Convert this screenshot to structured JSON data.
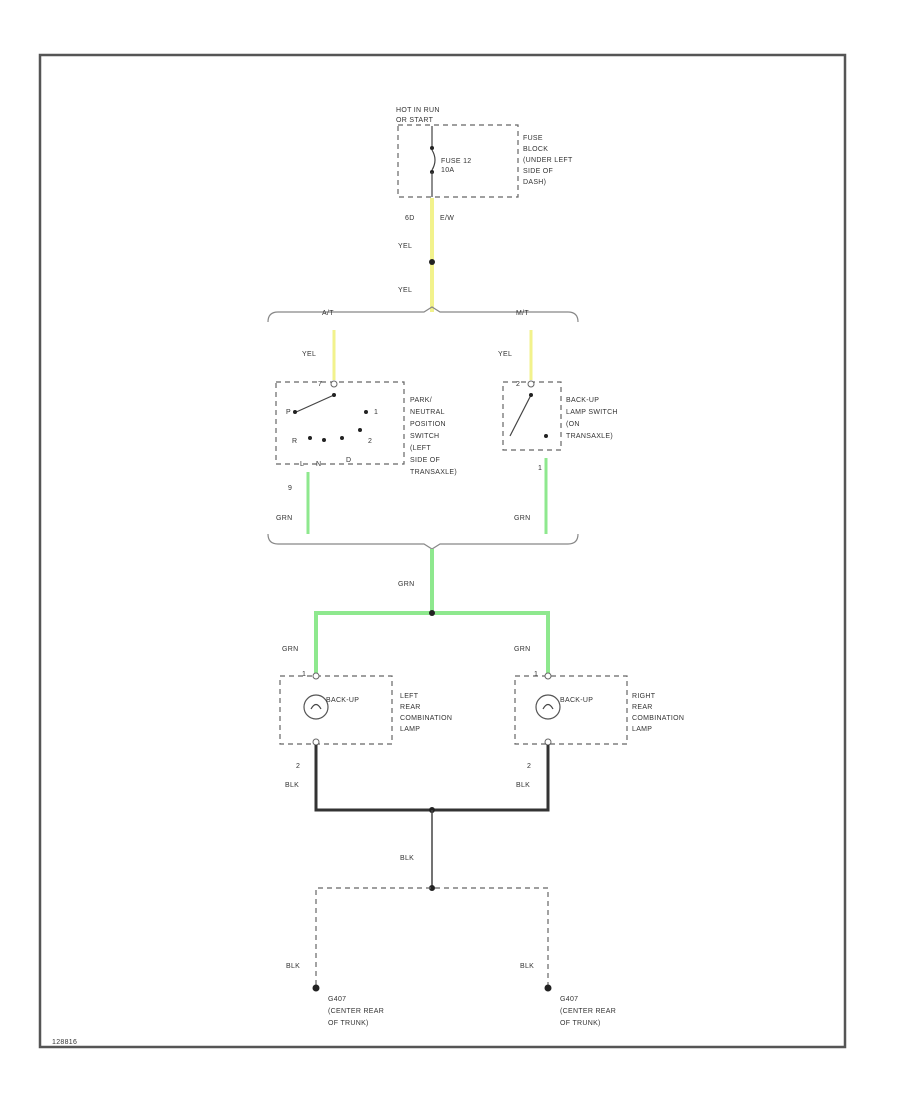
{
  "fuse": {
    "hot_label_1": "HOT IN RUN",
    "hot_label_2": "OR START",
    "fuse_name": "FUSE 12",
    "fuse_rating": "10A",
    "location_1": "FUSE",
    "location_2": "BLOCK",
    "location_3": "(UNDER LEFT",
    "location_4": "SIDE OF",
    "location_5": "DASH)",
    "terminal": "6D",
    "terminal_2": "E/W"
  },
  "variants": {
    "auto": "A/T",
    "manual": "M/T"
  },
  "pn_switch": {
    "line_1": "PARK/",
    "line_2": "NEUTRAL",
    "line_3": "POSITION",
    "line_4": "SWITCH",
    "line_5": "(LEFT",
    "line_6": "SIDE OF",
    "line_7": "TRANSAXLE)",
    "pin_in": "7",
    "pin_out": "9",
    "pos_p": "P",
    "pos_r": "R",
    "pos_n": "N",
    "pos_d": "D",
    "pos_2": "2",
    "pos_1": "1",
    "pos_l": "L"
  },
  "bu_switch": {
    "line_1": "BACK-UP",
    "line_2": "LAMP SWITCH",
    "line_3": "(ON",
    "line_4": "TRANSAXLE)",
    "pin_in": "2",
    "pin_out": "1"
  },
  "left_lamp": {
    "bulb": "BACK-UP",
    "line_1": "LEFT",
    "line_2": "REAR",
    "line_3": "COMBINATION",
    "line_4": "LAMP",
    "pin_in": "1",
    "pin_out": "2"
  },
  "right_lamp": {
    "bulb": "BACK-UP",
    "line_1": "RIGHT",
    "line_2": "REAR",
    "line_3": "COMBINATION",
    "line_4": "LAMP",
    "pin_in": "1",
    "pin_out": "2"
  },
  "wires": {
    "yel": "YEL",
    "grn": "GRN",
    "blk": "BLK"
  },
  "grounds": {
    "left_1": "G407",
    "left_2": "(CENTER REAR",
    "left_3": "OF TRUNK)",
    "right_1": "G407",
    "right_2": "(CENTER REAR",
    "right_3": "OF TRUNK)"
  },
  "figure_id": "128816",
  "colors": {
    "yellow_wire": "#f2f28c",
    "green_wire": "#8ee88e",
    "black_wire": "#333333",
    "frame": "#555555"
  }
}
